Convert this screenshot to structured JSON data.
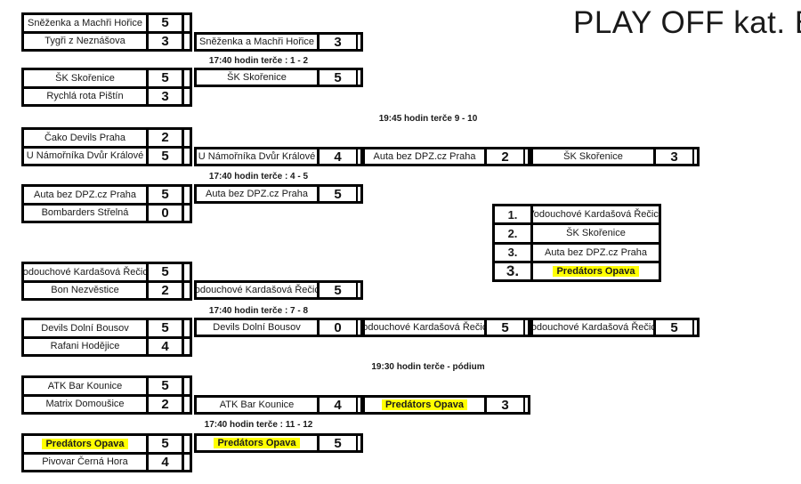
{
  "title": "PLAY OFF kat. B.",
  "colors": {
    "highlight": "#ffff00"
  },
  "schedule_labels": {
    "l1": "17:40 hodin terče : 1 - 2",
    "l2": "19:45 hodin terče 9 - 10",
    "l3": "17:40 hodin terče : 4 - 5",
    "l4": "17:40 hodin terče : 7 - 8",
    "l5": "19:30 hodin terče - pódium",
    "l6": "17:40 hodin terče : 11 - 12"
  },
  "round1": {
    "m1": {
      "t1": "Sněženka a Machři Hořice",
      "s1": "5",
      "t2": "Tygři z Neznášova",
      "s2": "3"
    },
    "m2": {
      "t1": "ŠK Skořenice",
      "s1": "5",
      "t2": "Rychlá rota Pištín",
      "s2": "3"
    },
    "m3": {
      "t1": "Čako Devils Praha",
      "s1": "2",
      "t2": "U Námořníka Dvůr Králové",
      "s2": "5"
    },
    "m4": {
      "t1": "Auta bez DPZ.cz Praha",
      "s1": "5",
      "t2": "Bombarders Střelná",
      "s2": "0"
    },
    "m5": {
      "t1": "Vodouchové Kardašová Řečice",
      "s1": "5",
      "t2": "Bon Nezvěstice",
      "s2": "2"
    },
    "m6": {
      "t1": "Devils Dolní Bousov",
      "s1": "5",
      "t2": "Rafani Hodějice",
      "s2": "4"
    },
    "m7": {
      "t1": "ATK Bar Kounice",
      "s1": "5",
      "t2": "Matrix Domoušice",
      "s2": "2"
    },
    "m8": {
      "t1": "Predátors Opava",
      "s1": "5",
      "t2": "Pivovar Černá Hora",
      "s2": "4"
    }
  },
  "round2": {
    "r1": {
      "team": "Sněženka a Machři Hořice",
      "score": "3"
    },
    "r2": {
      "team": "ŠK Skořenice",
      "score": "5"
    },
    "r3": {
      "team": "U Námořníka Dvůr Králové",
      "score": "4"
    },
    "r4": {
      "team": "Auta bez DPZ.cz Praha",
      "score": "5"
    },
    "r5": {
      "team": "Vodouchové Kardašová Řečice",
      "score": "5"
    },
    "r6": {
      "team": "Devils Dolní Bousov",
      "score": "0"
    },
    "r7": {
      "team": "ATK Bar Kounice",
      "score": "4"
    },
    "r8": {
      "team": "Predátors Opava",
      "score": "5"
    }
  },
  "semifinals": {
    "s1": {
      "team": "Auta bez DPZ.cz Praha",
      "score": "2"
    },
    "s2": {
      "team": "Vodouchové Kardašová Řečice",
      "score": "5"
    },
    "s3": {
      "team": "Predátors Opava",
      "score": "3"
    }
  },
  "final": {
    "f1": {
      "team": "ŠK Skořenice",
      "score": "3"
    },
    "f2": {
      "team": "Vodouchové Kardašová Řečice",
      "score": "5"
    }
  },
  "standings": {
    "r1": {
      "rank": "1.",
      "team": "Vodouchové Kardašová Řečice"
    },
    "r2": {
      "rank": "2.",
      "team": "ŠK Skořenice"
    },
    "r3": {
      "rank": "3.",
      "team": "Auta bez DPZ.cz Praha"
    },
    "r4": {
      "rank": "3.",
      "team": "Predátors Opava"
    }
  }
}
